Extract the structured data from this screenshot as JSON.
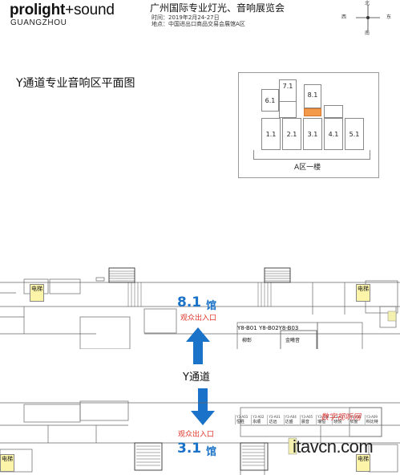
{
  "header": {
    "brand_bold": "prolight",
    "brand_rest": "+sound",
    "brand_city": "GUANGZHOU",
    "title": "广州国际专业灯光、音响展览会",
    "date": "时间：2019年2月24-27日",
    "venue": "地点：中国进出口商品交易会展馆A区"
  },
  "compass": {
    "north": "北",
    "south": "南",
    "west": "西",
    "east": "东"
  },
  "page_title": "Y通道专业音响区平面图",
  "overview": {
    "halls_top": [
      "6.1",
      "7.1",
      "8.1"
    ],
    "halls_bottom": [
      "1.1",
      "2.1",
      "3.1",
      "4.1",
      "5.1"
    ],
    "zone_label": "A区一楼",
    "highlight_color": "#f39a4a"
  },
  "floor_plan": {
    "hall_top_number": "8.1",
    "hall_top_suffix": "馆",
    "hall_bottom_number": "3.1",
    "hall_bottom_suffix": "馆",
    "entrance_label": "观众出入口",
    "passage_label": "Y通道",
    "booth_codes": "Y8-B01 Y8-B02Y8-B03",
    "booth_name_1": "柳彰",
    "booth_name_2": "金曦音",
    "elevator_label": "电梯",
    "small_booths": [
      {
        "code": "Y3-A03",
        "name": "恒胜"
      },
      {
        "code": "Y3-A02",
        "name": "永顺"
      },
      {
        "code": "Y3-A01",
        "name": "达远"
      },
      {
        "code": "Y3-A04",
        "name": "达盛"
      },
      {
        "code": "Y3-A05",
        "name": "晨音"
      },
      {
        "code": "Y3-A06",
        "name": "瑞恒"
      },
      {
        "code": "Y3-A07",
        "name": "晓悦"
      },
      {
        "code": "Y3-A08",
        "name": "欣度"
      },
      {
        "code": "Y3-A09",
        "name": "科比特"
      }
    ],
    "accent_color": "#1a73c8",
    "entrance_color": "#e0382e"
  },
  "watermark": {
    "brand": "数字视听网",
    "site": "itavcn.com"
  }
}
